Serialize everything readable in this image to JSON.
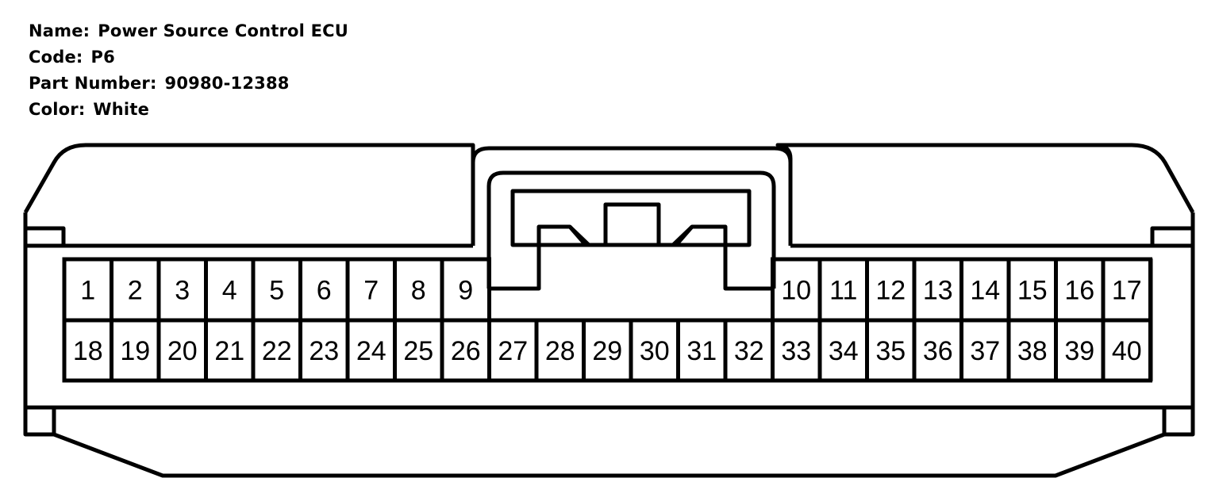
{
  "connector": {
    "name_label": "Name:",
    "name_value": "Power Source Control ECU",
    "code_label": "Code:",
    "code_value": "P6",
    "part_label": "Part Number:",
    "part_value": "90980-12388",
    "color_label": "Color:",
    "color_value": "White"
  },
  "pins": {
    "top_row": [
      "1",
      "2",
      "3",
      "4",
      "5",
      "6",
      "7",
      "8",
      "9",
      "10",
      "11",
      "12",
      "13",
      "14",
      "15",
      "16",
      "17"
    ],
    "bottom_row": [
      "18",
      "19",
      "20",
      "21",
      "22",
      "23",
      "24",
      "25",
      "26",
      "27",
      "28",
      "29",
      "30",
      "31",
      "32",
      "33",
      "34",
      "35",
      "36",
      "37",
      "38",
      "39",
      "40"
    ]
  },
  "colors": {
    "line": "#000000",
    "background": "#ffffff"
  }
}
